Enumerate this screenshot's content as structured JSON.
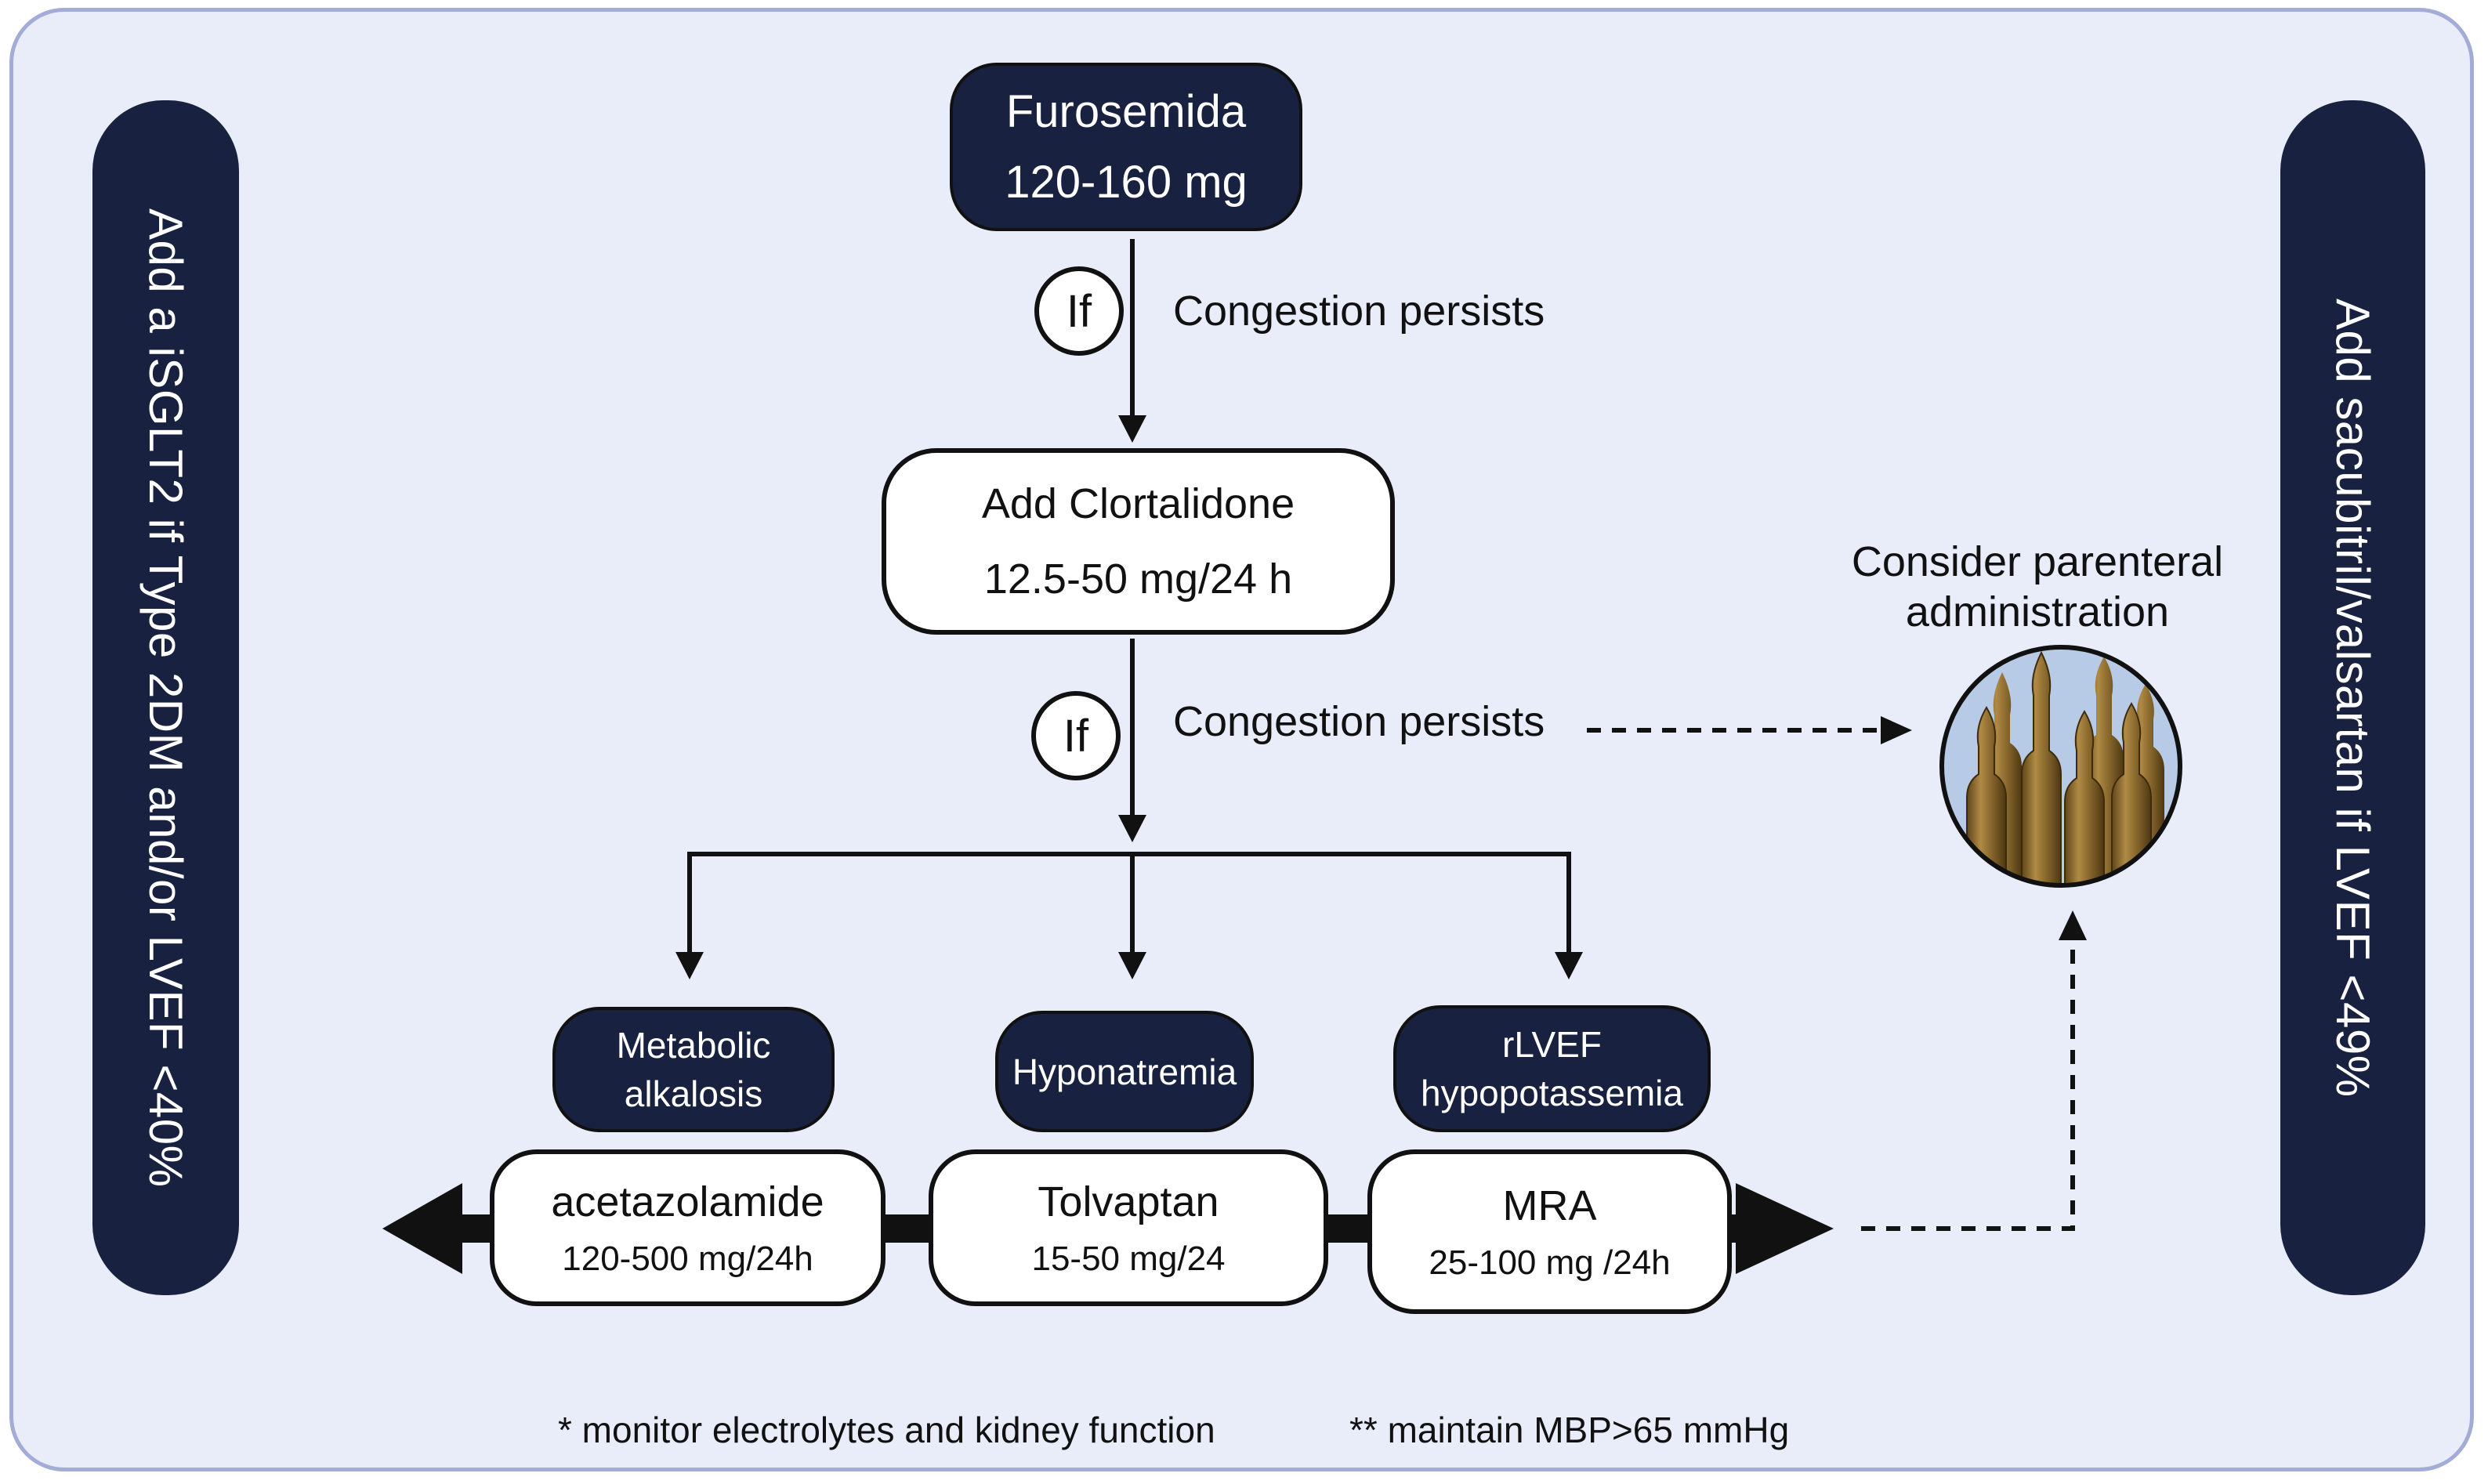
{
  "top_box": {
    "line1": "Furosemida",
    "line2": "120-160 mg"
  },
  "step1": {
    "if_label": "If",
    "condition": "Congestion persists"
  },
  "box2": {
    "line1": "Add Clortalidone",
    "line2": "12.5-50 mg/24 h"
  },
  "step2": {
    "if_label": "If",
    "condition": "Congestion persists"
  },
  "parenteral": {
    "line1": "Consider parenteral",
    "line2": "administration",
    "image_icon": "ampoules-icon"
  },
  "conditions": [
    {
      "line1": "Metabolic",
      "line2": "alkalosis"
    },
    {
      "line1": "Hyponatremia",
      "line2": ""
    },
    {
      "line1": "rLVEF",
      "line2": "hypopotassemia"
    }
  ],
  "drugs": [
    {
      "name": "acetazolamide",
      "dose": "120-500 mg/24h"
    },
    {
      "name": "Tolvaptan",
      "dose": "15-50 mg/24"
    },
    {
      "name": "MRA",
      "dose": "25-100 mg /24h"
    }
  ],
  "left_bar": {
    "text": "Add a iSGLT2 if Type 2DM and/or  LVEF <40%"
  },
  "right_bar": {
    "text": "Add sacubitril/valsartan if LVEF <49%"
  },
  "footnotes": {
    "note1": "* monitor electrolytes and kidney function",
    "note2": "** maintain MBP>65 mmHg"
  },
  "colors": {
    "dark_navy": "#18213f",
    "panel_bg": "#e9edf9",
    "panel_border": "#a2acd6",
    "ampoule": "#8b6a2e"
  }
}
